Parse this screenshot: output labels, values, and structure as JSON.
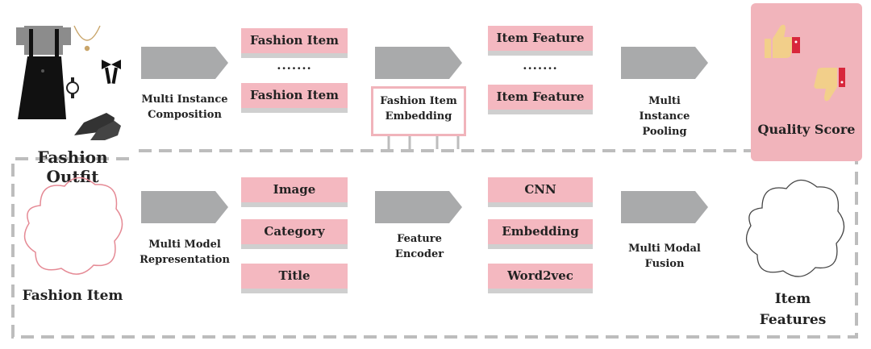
{
  "top": {
    "outfit_title": "Fashion Outfit",
    "step1_label": "Multi Instance Composition",
    "items": [
      "Fashion Item",
      "·······",
      "Fashion Item"
    ],
    "embed_label": "Fashion Item Embedding",
    "features": [
      "Item Feature",
      "·······",
      "Item Feature"
    ],
    "step3_label": "Multi Instance Pooling",
    "score_label": "Quality Score"
  },
  "bottom": {
    "item_title": "Fashion Item",
    "step1_label": "Multi Model Representation",
    "inputs": [
      "Image",
      "Category",
      "Title"
    ],
    "encoder_label": "Feature Encoder",
    "encoders": [
      "CNN",
      "Embedding",
      "Word2vec"
    ],
    "fusion_label": "Multi Modal Fusion",
    "output_title": "Item Features"
  },
  "colors": {
    "pink": "#f4b8c0",
    "gray_arrow": "#a9aaab",
    "dash": "#bdbdbd",
    "score_bg": "#f1b4bb"
  },
  "icons": [
    "dress-icon",
    "necklace-icon",
    "bow-icon",
    "watch-icon",
    "heels-icon",
    "thumbs-up-icon",
    "thumbs-down-icon",
    "cloud-outline-icon"
  ]
}
